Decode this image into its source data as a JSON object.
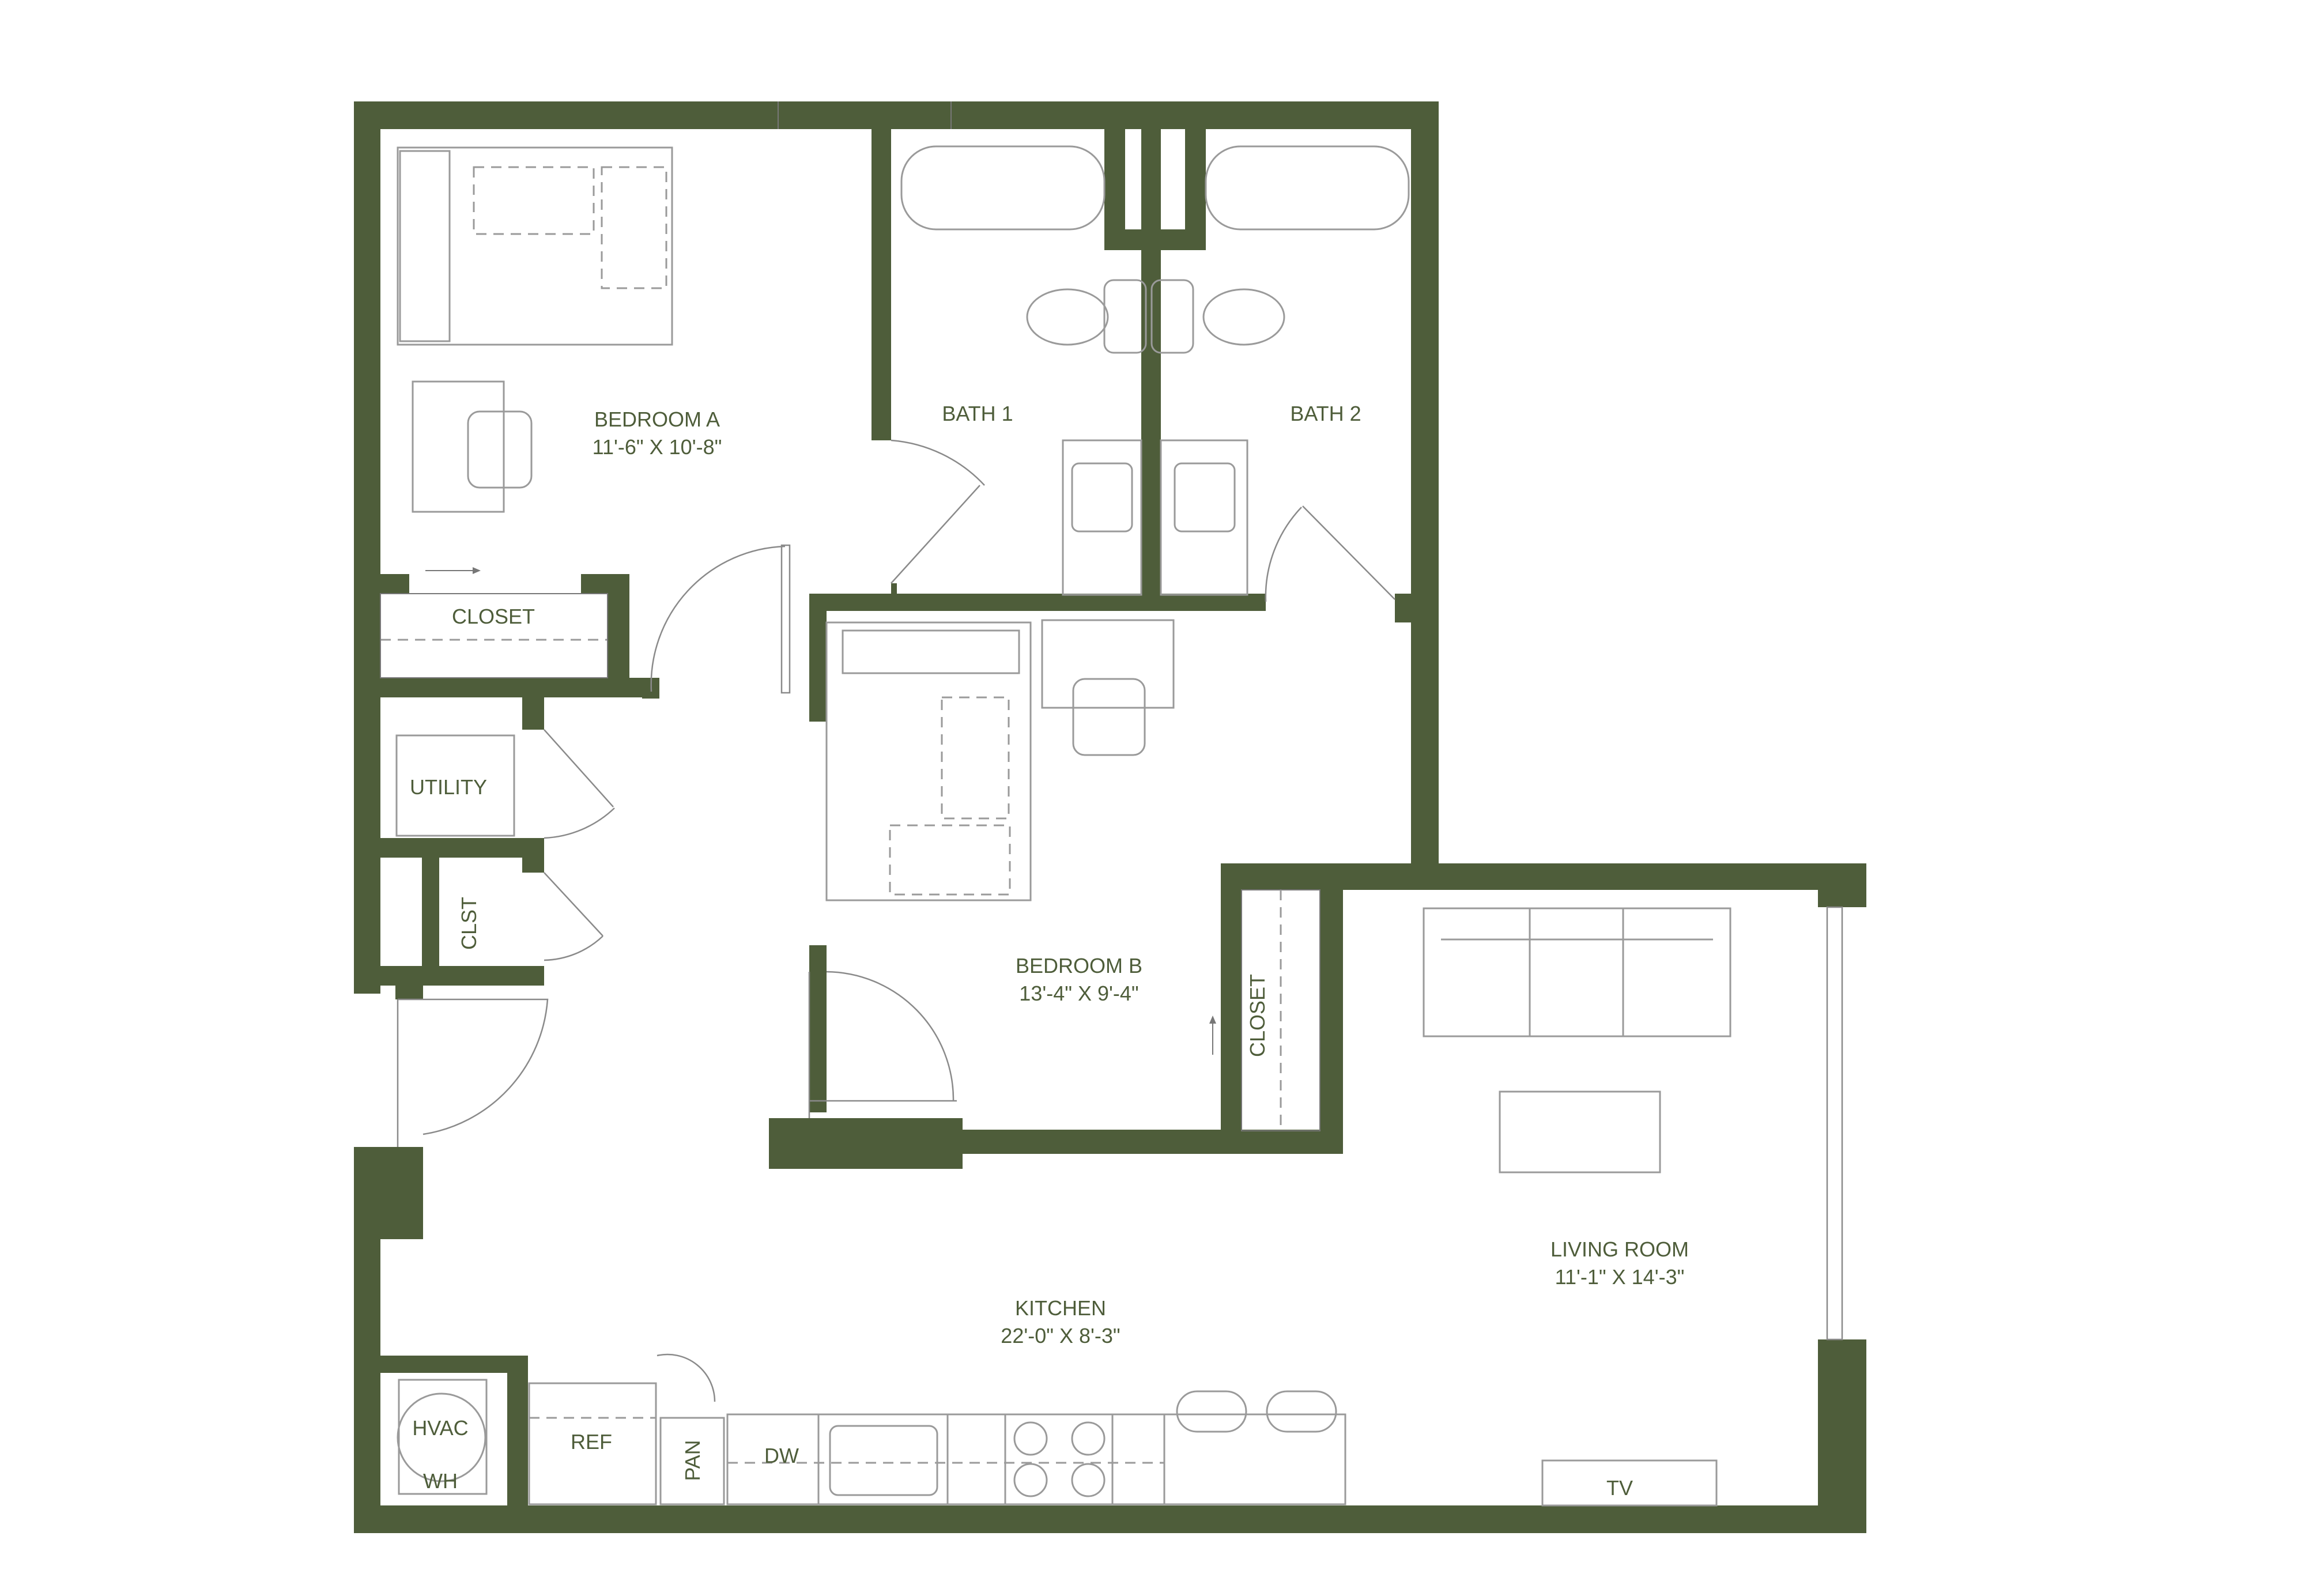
{
  "rooms": {
    "bedroom_a": {
      "name": "BEDROOM A",
      "dims": "11'-6\" X 10'-8\""
    },
    "bath_1": {
      "name": "BATH 1"
    },
    "bath_2": {
      "name": "BATH 2"
    },
    "bedroom_b": {
      "name": "BEDROOM B",
      "dims": "13'-4\" X 9'-4\""
    },
    "kitchen": {
      "name": "KITCHEN",
      "dims": "22'-0\" X 8'-3\""
    },
    "living_room": {
      "name": "LIVING ROOM",
      "dims": "11'-1\" X 14'-3\""
    }
  },
  "fixtures": {
    "closet_a": "CLOSET",
    "utility": "UTILITY",
    "clst": "CLST",
    "closet_b": "CLOSET",
    "hvac": "HVAC",
    "wh": "WH",
    "ref": "REF",
    "pan": "PAN",
    "dw": "DW",
    "tv": "TV"
  },
  "colors": {
    "wall": "#4e5d3a",
    "furniture": "#9a9a9a"
  }
}
